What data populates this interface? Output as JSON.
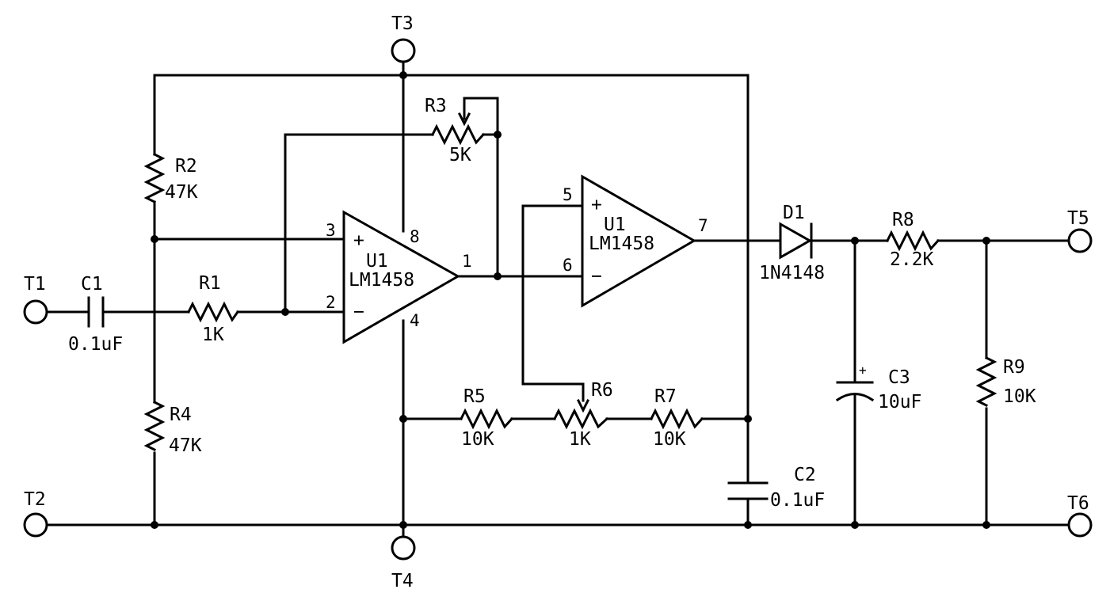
{
  "terminals": {
    "t1": "T1",
    "t2": "T2",
    "t3": "T3",
    "t4": "T4",
    "t5": "T5",
    "t6": "T6"
  },
  "components": {
    "c1": {
      "ref": "C1",
      "value": "0.1uF"
    },
    "c2": {
      "ref": "C2",
      "value": "0.1uF"
    },
    "c3": {
      "ref": "C3",
      "value": "10uF",
      "polarity": "+"
    },
    "r1": {
      "ref": "R1",
      "value": "1K"
    },
    "r2": {
      "ref": "R2",
      "value": "47K"
    },
    "r3": {
      "ref": "R3",
      "value": "5K"
    },
    "r4": {
      "ref": "R4",
      "value": "47K"
    },
    "r5": {
      "ref": "R5",
      "value": "10K"
    },
    "r6": {
      "ref": "R6",
      "value": "1K"
    },
    "r7": {
      "ref": "R7",
      "value": "10K"
    },
    "r8": {
      "ref": "R8",
      "value": "2.2K"
    },
    "r9": {
      "ref": "R9",
      "value": "10K"
    },
    "d1": {
      "ref": "D1",
      "value": "1N4148"
    }
  },
  "opamp_a": {
    "ref": "U1",
    "part": "LM1458",
    "pin_noninv": "3",
    "pin_inv": "2",
    "pin_out": "1",
    "pin_vcc": "8",
    "pin_gnd": "4",
    "plus": "+",
    "minus": "−"
  },
  "opamp_b": {
    "ref": "U1",
    "part": "LM1458",
    "pin_noninv": "5",
    "pin_inv": "6",
    "pin_out": "7",
    "plus": "+",
    "minus": "−"
  }
}
